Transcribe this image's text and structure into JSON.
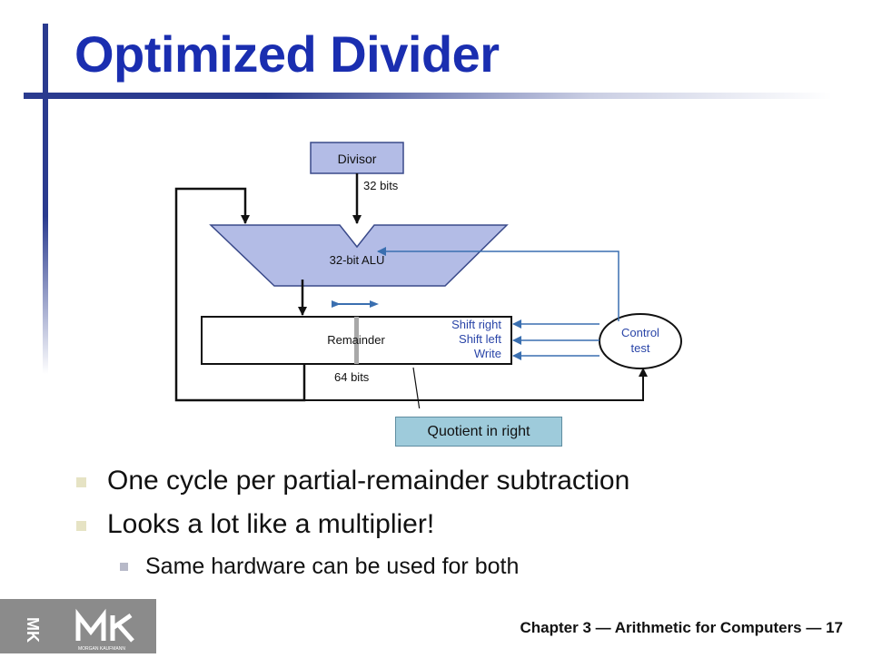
{
  "slide": {
    "title": "Optimized Divider",
    "bullets": [
      "One cycle per partial-remainder subtraction",
      "Looks a lot like a multiplier!"
    ],
    "sub_bullets": [
      "Same hardware can be used for both"
    ],
    "callout": "Quotient in right"
  },
  "diagram": {
    "divisor": "Divisor",
    "divisor_width": "32 bits",
    "alu": "32-bit ALU",
    "remainder": "Remainder",
    "remainder_width": "64 bits",
    "control_line1": "Control",
    "control_line2": "test",
    "shift_right": "Shift right",
    "shift_left": "Shift left",
    "write": "Write"
  },
  "footer": {
    "text": "Chapter 3 — Arithmetic for Computers — 17",
    "logo_text": "MORGAN KAUFMANN"
  },
  "colors": {
    "title": "#1a2eb0",
    "box_fill": "#b3bce6",
    "control_line": "#3a6fb0",
    "callout_fill": "#9ecbdb"
  }
}
